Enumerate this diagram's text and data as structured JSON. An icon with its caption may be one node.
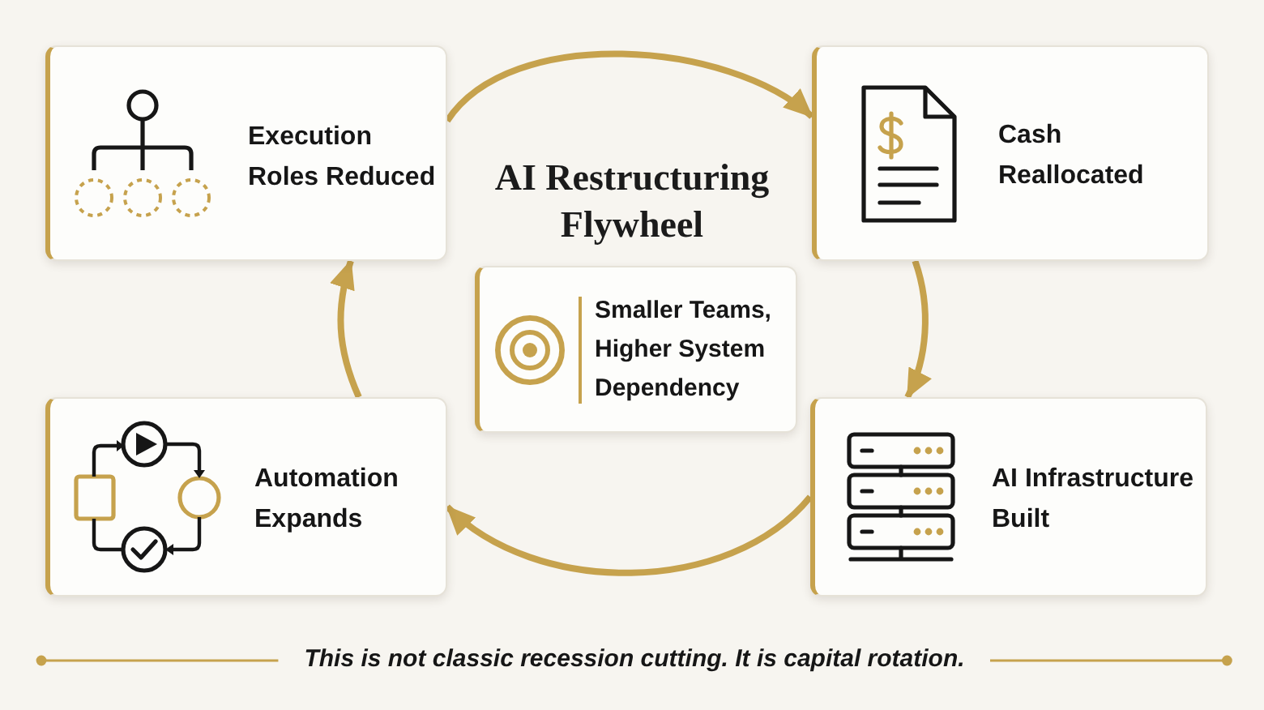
{
  "diagram": {
    "title": "AI Restructuring Flywheel",
    "caption": "This is not classic recession cutting. It is **capital rotation**.",
    "nodes": [
      {
        "text": [
          "Execution Roles Reduced"
        ]
      },
      {
        "text": [
          "Cash Reallocated"
        ]
      },
      {
        "text": [
          "Smaller Teams, Higher System Dependency"
        ]
      },
      {
        "text": [
          "Automation Expands"
        ]
      },
      {
        "text": [
          "AI Infrastructure Built"
        ]
      }
    ],
    "edges": [
      {
        "from": 0,
        "to": 1,
        "arrow": "to"
      },
      {
        "from": 1,
        "to": 4,
        "arrow": "to"
      },
      {
        "from": 4,
        "to": 3,
        "arrow": "to"
      },
      {
        "from": 3,
        "to": 0,
        "arrow": "to"
      }
    ]
  }
}
